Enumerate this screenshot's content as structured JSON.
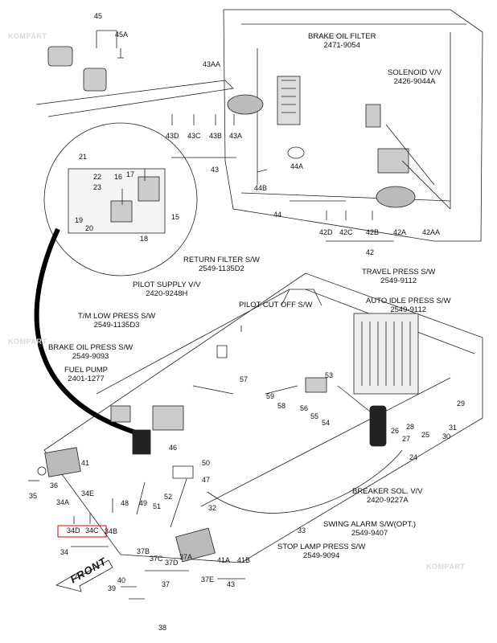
{
  "watermark": "KOMPART",
  "direction_label": "FRONT",
  "component_titles": [
    {
      "id": "brake-oil-filter",
      "name": "BRAKE OIL FILTER",
      "part": "2471-9054"
    },
    {
      "id": "solenoid-valve",
      "name": "SOLENOID V/V",
      "part": "2426-9044A"
    },
    {
      "id": "return-filter-switch",
      "name": "RETURN FILTER S/W",
      "part": "2549-1135D2"
    },
    {
      "id": "pilot-supply-valve",
      "name": "PILOT SUPPLY V/V",
      "part": "2420-9248H"
    },
    {
      "id": "travel-press-switch",
      "name": "TRAVEL PRESS S/W",
      "part": "2549-9112"
    },
    {
      "id": "pilot-cut-off-switch",
      "name": "PILOT CUT OFF S/W",
      "part": ""
    },
    {
      "id": "auto-idle-press-switch",
      "name": "AUTO IDLE PRESS S/W",
      "part": "2549-9112"
    },
    {
      "id": "tm-low-press-switch",
      "name": "T/M LOW PRESS S/W",
      "part": "2549-1135D3"
    },
    {
      "id": "brake-oil-press-switch",
      "name": "BRAKE OIL PRESS S/W",
      "part": "2549-9093"
    },
    {
      "id": "fuel-pump",
      "name": "FUEL PUMP",
      "part": "2401-1277"
    },
    {
      "id": "breaker-sol-valve",
      "name": "BREAKER SOL. V/V",
      "part": "2420-9227A"
    },
    {
      "id": "swing-alarm-switch",
      "name": "SWING ALARM S/W(OPT.)",
      "part": "2549-9407"
    },
    {
      "id": "stop-lamp-press-switch",
      "name": "STOP LAMP PRESS S/W",
      "part": "2549-9094"
    }
  ],
  "callouts": [
    "45",
    "45A",
    "43AA",
    "43D",
    "43C",
    "43B",
    "43A",
    "43",
    "44A",
    "44B",
    "44",
    "42D",
    "42C",
    "42B",
    "42A",
    "42AA",
    "42",
    "21",
    "22",
    "23",
    "16",
    "17",
    "19",
    "20",
    "18",
    "15",
    "57",
    "59",
    "58",
    "53",
    "56",
    "55",
    "54",
    "29",
    "28",
    "26",
    "27",
    "25",
    "31",
    "30",
    "24",
    "41",
    "36",
    "35",
    "34E",
    "34A",
    "34D",
    "34C",
    "34B",
    "34",
    "46",
    "50",
    "47",
    "48",
    "49",
    "51",
    "52",
    "32",
    "33",
    "37B",
    "37C",
    "37D",
    "37A",
    "37",
    "37E",
    "41A",
    "41B",
    "39",
    "40",
    "38"
  ]
}
